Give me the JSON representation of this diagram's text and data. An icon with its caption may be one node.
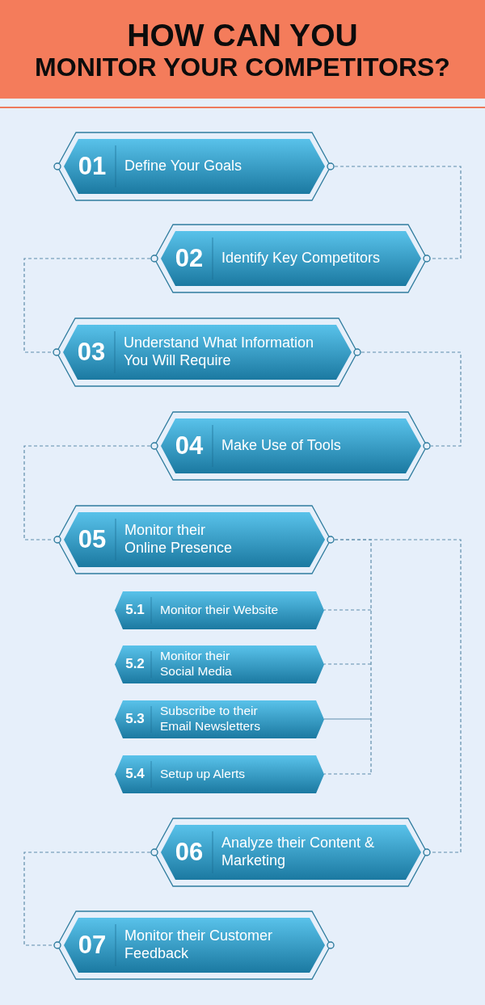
{
  "diagram": {
    "title": "HOW CAN YOU MONITOR YOUR COMPETITORS?",
    "nodes": [
      {
        "text": [
          "01",
          "Define Your Goals"
        ]
      },
      {
        "text": [
          "02",
          "Identify Key Competitors"
        ]
      },
      {
        "text": [
          "03",
          "Understand What Information You Will Require"
        ]
      },
      {
        "text": [
          "04",
          "Make Use of Tools"
        ]
      },
      {
        "text": [
          "05",
          "Monitor their Online Presence"
        ]
      },
      {
        "text": [
          "5.1",
          "Monitor their Website"
        ]
      },
      {
        "text": [
          "5.2",
          "Monitor their Social Media"
        ]
      },
      {
        "text": [
          "5.3",
          "Subscribe to their Email Newsletters"
        ]
      },
      {
        "text": [
          "5.4",
          "Setup up Alerts"
        ]
      },
      {
        "text": [
          "06",
          "Analyze their Content & Marketing"
        ]
      },
      {
        "text": [
          "07",
          "Monitor their Customer Feedback"
        ]
      }
    ],
    "edges": [
      {
        "from": 0,
        "to": 1,
        "arrow": "none",
        "style": "dashed"
      },
      {
        "from": 1,
        "to": 2,
        "arrow": "none",
        "style": "dashed"
      },
      {
        "from": 2,
        "to": 3,
        "arrow": "none",
        "style": "dashed"
      },
      {
        "from": 3,
        "to": 4,
        "arrow": "none",
        "style": "dashed"
      },
      {
        "from": 4,
        "to": 5,
        "arrow": "none",
        "style": "dashed"
      },
      {
        "from": 4,
        "to": 6,
        "arrow": "none",
        "style": "dashed"
      },
      {
        "from": 4,
        "to": 7,
        "arrow": "none"
      },
      {
        "from": 4,
        "to": 8,
        "arrow": "none",
        "style": "dashed"
      },
      {
        "from": 4,
        "to": 9,
        "arrow": "none",
        "style": "dashed"
      },
      {
        "from": 9,
        "to": 10,
        "arrow": "none",
        "style": "dashed"
      }
    ]
  }
}
